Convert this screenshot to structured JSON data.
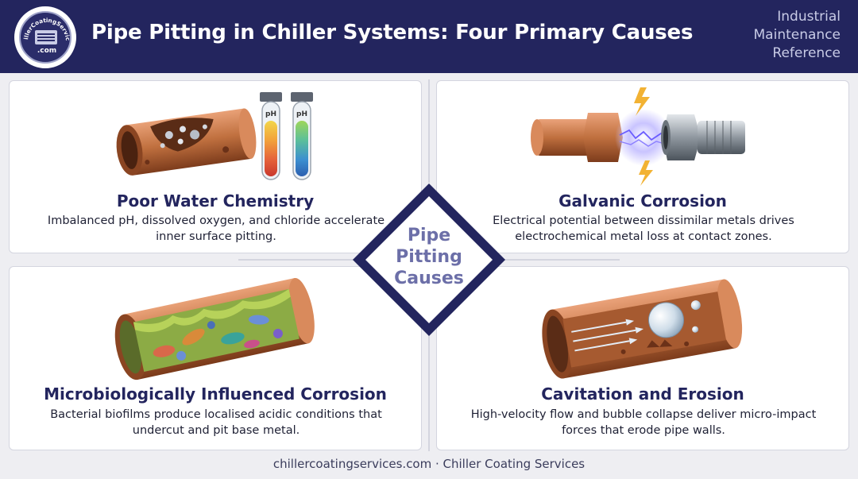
{
  "header": {
    "title": "Pipe Pitting in Chiller Systems: Four Primary Causes",
    "tagline_lines": [
      "Industrial",
      "Maintenance",
      "Reference"
    ],
    "logo": {
      "brand": "ChillerCoatingServices",
      "suffix": ".com"
    }
  },
  "center": {
    "lines": [
      "Pipe",
      "Pitting",
      "Causes"
    ]
  },
  "panels": [
    {
      "title": "Poor Water Chemistry",
      "desc": "Imbalanced pH, dissolved oxygen, and chloride accelerate inner surface pitting.",
      "icon": "pitted-pipe-ph-test-icon",
      "vial_label": "pH"
    },
    {
      "title": "Galvanic Corrosion",
      "desc": "Electrical potential between dissimilar metals drives electrochemical metal loss at contact zones.",
      "icon": "dissimilar-metal-fittings-spark-icon"
    },
    {
      "title": "Microbiologically Influenced Corrosion",
      "desc": "Bacterial biofilms produce localised acidic conditions that undercut and pit base metal.",
      "icon": "biofilm-pipe-bacteria-icon"
    },
    {
      "title": "Cavitation and Erosion",
      "desc": "High-velocity flow and bubble collapse deliver micro-impact forces that erode pipe walls.",
      "icon": "cavitation-bubble-pipe-icon"
    }
  ],
  "footer": {
    "text": "chillercoatingservices.com · Chiller Coating Services"
  },
  "colors": {
    "navy": "#23255e",
    "accent": "#6c6fa8",
    "copper": "#c0703f",
    "background": "#eeeef2"
  }
}
